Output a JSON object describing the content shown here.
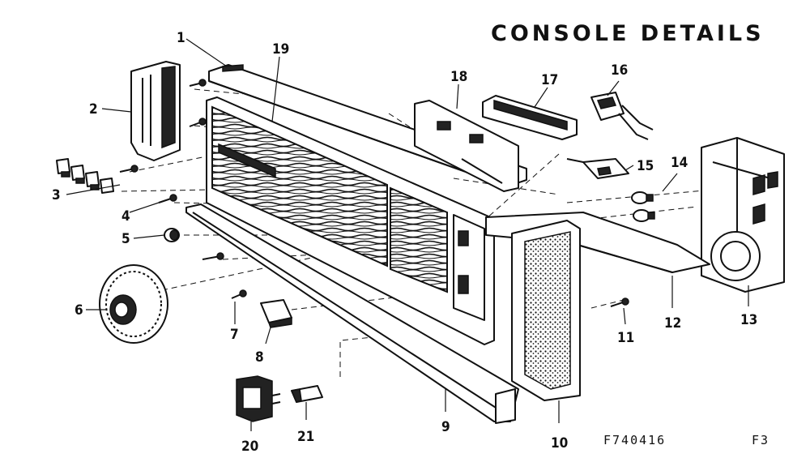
{
  "title": "CONSOLE DETAILS",
  "drawing_number": "F740416",
  "page_ref": "F3",
  "callouts": [
    "1",
    "2",
    "3",
    "4",
    "5",
    "6",
    "7",
    "8",
    "9",
    "10",
    "11",
    "12",
    "13",
    "14",
    "15",
    "16",
    "17",
    "18",
    "19",
    "20",
    "21"
  ]
}
